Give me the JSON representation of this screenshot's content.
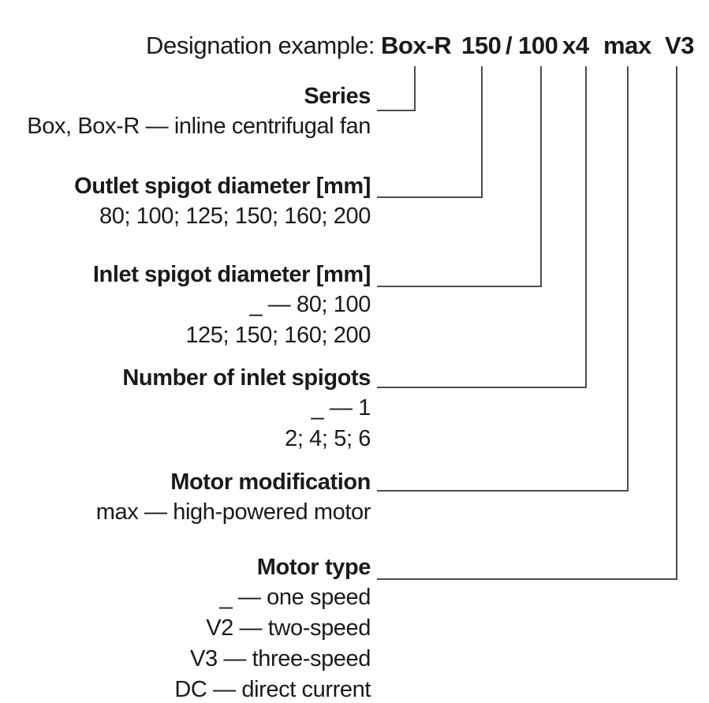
{
  "header": {
    "prefix": "Designation example:",
    "code_parts": {
      "series": "Box-R",
      "outlet_diameter": "150",
      "separator": "/",
      "inlet_diameter": "100",
      "spigot_count": "x4",
      "motor_modification": "max",
      "motor_type": "V3"
    }
  },
  "sections": [
    {
      "title": "Series",
      "lines": [
        "Box, Box-R — inline centrifugal fan"
      ]
    },
    {
      "title": "Outlet spigot diameter [mm]",
      "lines": [
        "80; 100; 125; 150; 160; 200"
      ]
    },
    {
      "title": "Inlet spigot diameter [mm]",
      "lines": [
        "_ — 80; 100",
        "125; 150; 160; 200"
      ]
    },
    {
      "title": "Number of inlet spigots",
      "lines": [
        "_ — 1",
        "2; 4; 5; 6"
      ]
    },
    {
      "title": "Motor modification",
      "lines": [
        "max — high-powered motor"
      ]
    },
    {
      "title": "Motor type",
      "lines": [
        "_ — one speed",
        "V2 — two-speed",
        "V3 — three-speed",
        "DC — direct current"
      ]
    }
  ],
  "colors": {
    "background": "#ffffff",
    "text": "#1a1a1a",
    "connector_line": "#4d4d4d"
  }
}
